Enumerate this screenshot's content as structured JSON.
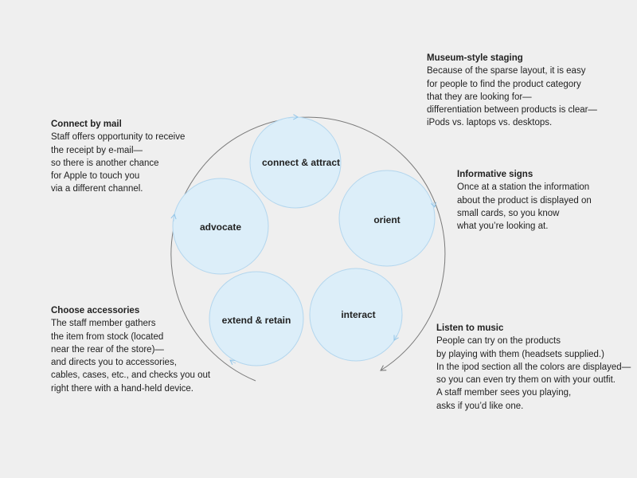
{
  "stages": [
    {
      "key": "connect",
      "label": "connect & attract"
    },
    {
      "key": "orient",
      "label": "orient"
    },
    {
      "key": "interact",
      "label": "interact"
    },
    {
      "key": "extend",
      "label": "extend & retain"
    },
    {
      "key": "advocate",
      "label": "advocate"
    }
  ],
  "notes": {
    "museum": {
      "title": "Museum-style staging",
      "lines": [
        "Because of the sparse layout, it is easy",
        "for people to find the product category",
        "that they are looking for—",
        "differentiation between products is clear—",
        "iPods vs. laptops vs. desktops."
      ]
    },
    "mail": {
      "title": "Connect by mail",
      "lines": [
        "Staff offers opportunity to receive",
        "the receipt by e-mail—",
        "so there is another chance",
        "for Apple to touch you",
        "via a different channel."
      ]
    },
    "signs": {
      "title": "Informative signs",
      "lines": [
        "Once at a station the information",
        "about the product is displayed on",
        "small cards, so you know",
        "what you’re looking at."
      ]
    },
    "accessories": {
      "title": "Choose accessories",
      "lines": [
        "The staff member gathers",
        "the item from stock (located",
        "near the rear of the store)—",
        "and directs you to accessories,",
        "cables, cases, etc., and checks you out",
        "right there with a hand-held device."
      ]
    },
    "music": {
      "title": "Listen to music",
      "lines": [
        "People can try on the products",
        "by playing with them (headsets supplied.)",
        "In the ipod section all the colors are displayed—",
        "so you can even try them on with your outfit.",
        "A staff member sees you playing,",
        "asks if you’d like one."
      ]
    }
  },
  "colors": {
    "background": "#efefef",
    "circle_fill": "#dceef9",
    "circle_stroke": "#b3d6ee",
    "outer_ring": "#7a7a7a"
  }
}
